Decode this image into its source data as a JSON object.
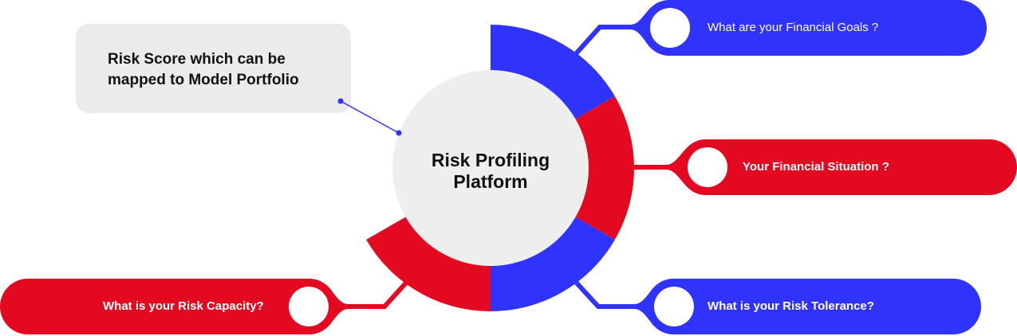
{
  "colors": {
    "blue": "#3033fb",
    "red": "#e30920",
    "center": "#eeeeee",
    "callout": "#ebebeb"
  },
  "callout": {
    "text": "Risk Score which can be mapped to Model Portfolio"
  },
  "center": {
    "title": "Risk Profiling Platform"
  },
  "branches": [
    {
      "label": "What are your Financial Goals ?",
      "color": "blue"
    },
    {
      "label": "Your Financial Situation ?",
      "color": "red"
    },
    {
      "label": "What is your Risk Tolerance?",
      "color": "blue"
    },
    {
      "label": "What is your Risk Capacity?",
      "color": "red"
    }
  ]
}
